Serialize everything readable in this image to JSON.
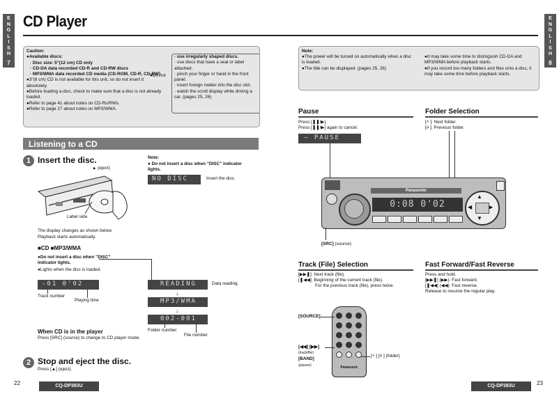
{
  "left_tab": {
    "letters": [
      "E",
      "N",
      "G",
      "L",
      "I",
      "S",
      "H"
    ],
    "num": "7"
  },
  "right_tab": {
    "letters": [
      "E",
      "N",
      "G",
      "L",
      "I",
      "S",
      "H"
    ],
    "num": "8"
  },
  "title": "CD Player",
  "caution": {
    "heading": "Caution:",
    "available": "●Available discs:",
    "size": "· Disc size: 5\"(12 cm) CD only",
    "cdda": "· CD-DA data recorded CD-R and CD-RW discs",
    "mp3": "· MP3/WMA data recorded CD media (CD-ROM, CD-R, CD-RW)",
    "three_inch": "●3\"(8 cm) CD is not available for this unit, so do not insert it absolutely.",
    "check": "●Before loading a disc, check to make sure that a disc is not already loaded.",
    "ref41": "●Refer to page 41 about notes on CD-Rs/RWs.",
    "ref27": "●Refer to page 27 about notes on MP3/WMA.",
    "do_not": "●Do not",
    "dn1": "· use irregularly shaped discs.",
    "dn2": "· use discs that have a seal or label attached.",
    "dn3": "· pinch your finger or hand in the front panel.",
    "dn4": "· insert foreign matter into the disc slot.",
    "dn5": "· watch the scroll display while driving a car. (pages 25, 26)"
  },
  "listening": {
    "bar": "Listening to a CD",
    "step1_num": "1",
    "step1_title": "Insert the disc.",
    "eject_label": "▲ (eject)",
    "label_side": "Label side",
    "note_head": "Note:",
    "note_text": "● Do not insert a disc when \"DISC\" indicator lights.",
    "lcd_disc": "NO DISC",
    "insert_text": "Insert the disc.",
    "display_changes": "The display changes as shown below.",
    "playback_starts": "Playback starts automatically.",
    "cd_mp3_head": "■CD ■MP3/WMA",
    "bul_do_not": "●Do not insert a disc when \"DISC\" indicator lights.",
    "bul_lights": "●Lights when the disc is loaded.",
    "lcd_track": "-01  0'02",
    "track_number": "Track number",
    "playing_time": "Playing time",
    "lcd_reading": "READING",
    "lcd_mp3": "MP3/WMA",
    "lcd_folder": "002-001",
    "data_reading": "Data reading.",
    "folder_number": "Folder number",
    "file_number": "File number",
    "when_cd": "When CD is in the player",
    "when_cd_text": "Press [SRC] (source) to change to CD player mode.",
    "step2_num": "2",
    "step2_title": "Stop and eject the disc.",
    "step2_text": "Press [▲] (eject)."
  },
  "right_note": {
    "head": "Note:",
    "n1": "●The power will be turned on automatically when a disc is loaded.",
    "n2": "●The title can be displayed. (pages 25, 26)",
    "n3": "●It may take some time to distinguish CD-DA and MP3/WMA before playback starts.",
    "n4": "●If you record too many folders and files onto a disc, it may take some time before playback starts."
  },
  "pause": {
    "head": "Pause",
    "l1": "Press [❚❚/▶].",
    "l2": "Press [❚❚/▶] again to cancel.",
    "lcd": "PAUSE"
  },
  "folder": {
    "head": "Folder Selection",
    "l1": "[˄ ]: Next folder.",
    "l2": "[# ]: Previous folder."
  },
  "unit": {
    "brand": "Panasonic",
    "lcd": "0:08  0'02",
    "src_label": "[SRC]",
    "src_text": "(source)"
  },
  "track": {
    "head": "Track (File) Selection",
    "l1": "[▶▶❚]: Next track (file).",
    "l2": "[❚◀◀]: Beginning of the current track (file).",
    "l3": "For the previous track (file), press twice."
  },
  "ffwd": {
    "head": "Fast Forward/Fast Reverse",
    "l1": "Press and hold.",
    "l2": "[▶▶❚] (▶▶): Fast forward.",
    "l3": "[❚◀◀] (◀◀): Fast reverse.",
    "l4": "Release to resume the regular play."
  },
  "remote": {
    "source": "[SOURCE]",
    "track_btn": "[◀◀] [▶▶]",
    "track_sub": "(track/file)",
    "band": "[BAND]",
    "pause": "(pause)",
    "folder": "[˄ ] [# ] (folder)",
    "brand": "Panasonic"
  },
  "footer": {
    "left_page": "22",
    "right_page": "23",
    "model": "CQ-DP383U"
  }
}
